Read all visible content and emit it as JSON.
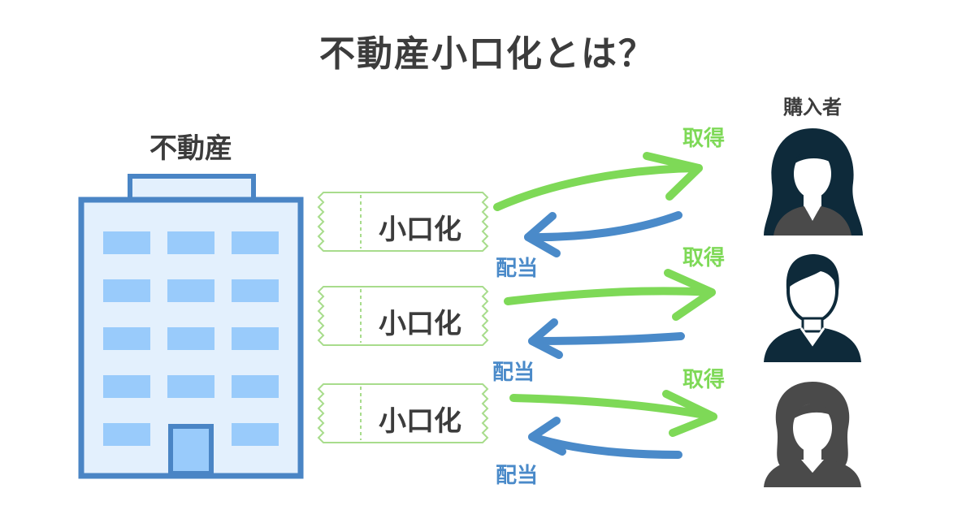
{
  "title": "不動産小口化とは？",
  "building": {
    "label": "不動産"
  },
  "buyers": {
    "label": "購入者"
  },
  "tickets": [
    {
      "label": "小口化",
      "acquire_label": "取得",
      "dividend_label": "配当"
    },
    {
      "label": "小口化",
      "acquire_label": "取得",
      "dividend_label": "配当"
    },
    {
      "label": "小口化",
      "acquire_label": "取得",
      "dividend_label": "配当"
    }
  ],
  "colors": {
    "building_outline": "#4a85c5",
    "building_fill": "#e3f0fd",
    "window": "#99cbfb",
    "acquire_arrow": "#7ed957",
    "dividend_arrow": "#4a8ac9",
    "ticket_border": "#a8dc8c",
    "person_dark_navy": "#0e2a3a",
    "person_gray": "#4a4a4a"
  },
  "icons": [
    "building-icon",
    "ticket-icon",
    "woman-icon",
    "man-icon",
    "woman-gray-icon"
  ]
}
